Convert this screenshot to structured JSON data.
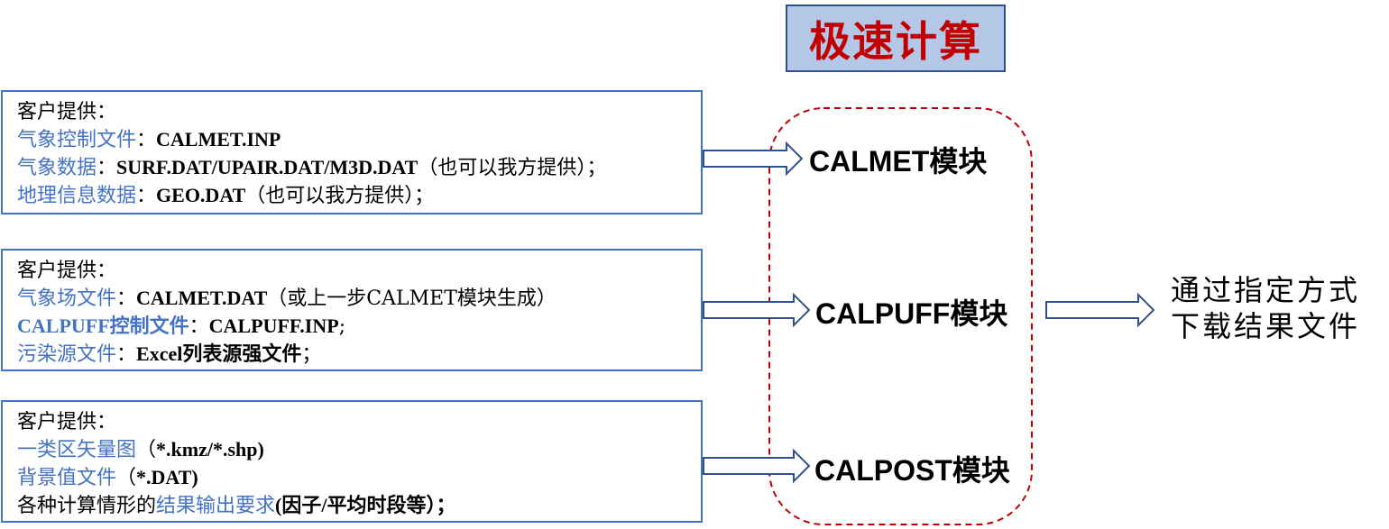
{
  "title": "极速计算",
  "inputs": [
    {
      "header": "客户提供：",
      "items": [
        {
          "label": "气象控制文件",
          "sep": "：",
          "value": "CALMET.INP",
          "note": ""
        },
        {
          "label": "气象数据",
          "sep": "：",
          "value": "SURF.DAT/UPAIR.DAT/M3D.DAT",
          "note": "（也可以我方提供）；"
        },
        {
          "label": "地理信息数据",
          "sep": "：",
          "value": "GEO.DAT",
          "note": "（也可以我方提供）；"
        }
      ]
    },
    {
      "header": "客户提供：",
      "items": [
        {
          "label": "气象场文件",
          "sep": "：",
          "value": "CALMET.DAT",
          "note": "（或上一步CALMET模块生成）"
        },
        {
          "label": "CALPUFF控制文件",
          "sep": "：",
          "value": "CALPUFF.INP",
          "note": ";"
        },
        {
          "label": "污染源文件",
          "sep": "：",
          "value": "Excel列表源强文件",
          "note": "；"
        }
      ]
    },
    {
      "header": "客户提供：",
      "items": [
        {
          "label": "一类区矢量图",
          "sep": "（",
          "value": "*.kmz/*.shp)",
          "note": ""
        },
        {
          "label": "背景值文件",
          "sep": "（",
          "value": "*.DAT)",
          "note": ""
        }
      ],
      "footer": {
        "prefix": "各种计算情形的",
        "highlight": "结果输出要求",
        "suffix": "(因子/平均时段等）；"
      }
    }
  ],
  "modules": [
    "CALMET模块",
    "CALPUFF模块",
    "CALPOST模块"
  ],
  "result": [
    "通过指定方式",
    "下载结果文件"
  ],
  "colors": {
    "title_fill": "#b4c7e7",
    "title_text": "#c00000",
    "box_border": "#4472c4",
    "dashed_border": "#c00000"
  }
}
